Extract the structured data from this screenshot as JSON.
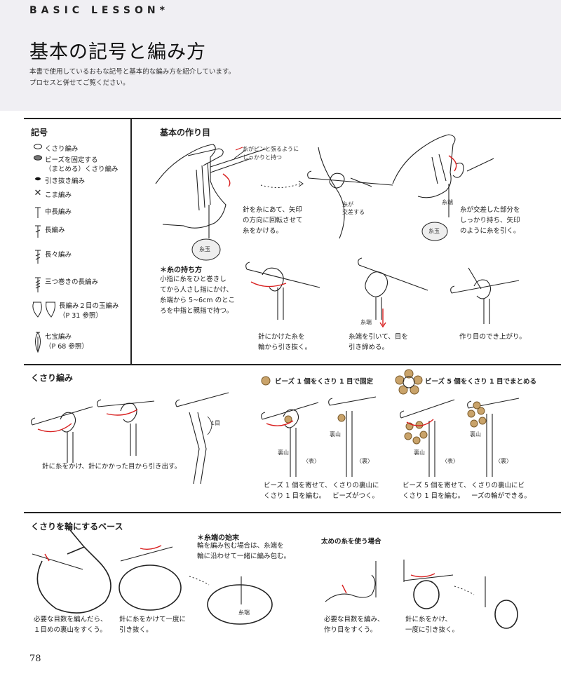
{
  "header": {
    "kicker": "BASIC LESSON*",
    "title": "基本の記号と編み方",
    "intro_line1": "本書で使用しているおもな記号と基本的な編み方を紹介しています。",
    "intro_line2": "プロセスと併せてご覧ください。"
  },
  "symbols": {
    "heading": "記号",
    "items": [
      {
        "label": "くさり編み",
        "icon": "chain-stitch-oval-icon"
      },
      {
        "label": "ビーズを固定する",
        "icon": "bead-fixed-oval-icon"
      },
      {
        "label": "（まとめる）くさり編み",
        "icon": ""
      },
      {
        "label": "引き抜き編み",
        "icon": "slip-stitch-dot-icon"
      },
      {
        "label": "こま編み",
        "icon": "single-crochet-x-icon"
      },
      {
        "label": "中長編み",
        "icon": "half-double-crochet-t-icon"
      },
      {
        "label": "長編み",
        "icon": "double-crochet-icon"
      },
      {
        "label": "長々編み",
        "icon": "treble-crochet-icon"
      },
      {
        "label": "三つ巻きの長編み",
        "icon": "triple-treble-crochet-icon"
      },
      {
        "label": "長編み２目の玉編み",
        "icon": "double-crochet-2-bobble-icon"
      },
      {
        "label": "（P 31 参照）",
        "icon": ""
      },
      {
        "label": "七宝編み",
        "icon": "solomon-knot-icon"
      },
      {
        "label": "（P 68 参照）",
        "icon": ""
      }
    ]
  },
  "foundation": {
    "title": "基本の作り目",
    "callout_taut": "糸がピンと張るように\nしっかりと持つ",
    "ball_label": "糸玉",
    "step1": "針を糸にあて、矢印\nの方向に回転させて\n糸をかける。",
    "cross_label": "糸が\n交差する",
    "tail_label": "糸端",
    "ball_label2": "糸玉",
    "step2": "糸が交差した部分を\nしっかり持ち、矢印\nのように糸を引く。",
    "hold_title": "＊糸の持ち方",
    "hold_text": "小指に糸をひと巻きし\nてから人さし指にかけ、\n糸端から 5~6cm のとこ\nろを中指と親指で持つ。",
    "step3": "針にかけた糸を\n輪から引き抜く。",
    "tail_label2": "糸端",
    "step4": "糸端を引いて、目を\n引き締める。",
    "step5": "作り目のでき上がり。"
  },
  "chain": {
    "title": "くさり編み",
    "one_stitch": "1目",
    "caption": "針に糸をかけ、針にかかった目から引き出す。"
  },
  "bead1": {
    "title": "ビーズ 1 個をくさり 1 目で固定",
    "back_mountain1": "裏山",
    "back_mountain2": "裏山",
    "front": "〈表〉",
    "back": "〈裏〉",
    "cap1": "ビーズ 1 個を寄せて、\nくさり 1 目を編む。",
    "cap2": "くさりの裏山に\nビーズがつく。"
  },
  "bead5": {
    "title": "ビーズ 5 個をくさり 1 目でまとめる",
    "back_mountain1": "裏山",
    "back_mountain2": "裏山",
    "front": "〈表〉",
    "back": "〈裏〉",
    "cap1": "ビーズ 5 個を寄せて、\nくさり 1 目を編む。",
    "cap2": "くさりの裏山にビ\nーズの輪ができる。"
  },
  "ring": {
    "title": "くさりを輪にするベース",
    "cap1": "必要な目数を編んだら、\n１目めの裏山をすくう。",
    "cap2": "針に糸をかけて一度に\n引き抜く。",
    "end_title": "＊糸端の始末",
    "end_text": "輪を編み包む場合は、糸端を\n輪に沿わせて一緒に編み包む。",
    "tail_label": "糸端",
    "thick_title": "太めの糸を使う場合",
    "cap3": "必要な目数を編み、\n作り目をすくう。",
    "cap4": "針に糸をかけ、\n一度に引き抜く。"
  },
  "page_number": "78",
  "colors": {
    "accent_arrow": "#d81e1e",
    "bead": "#c9a36a",
    "header_bg": "#f0eff3"
  }
}
